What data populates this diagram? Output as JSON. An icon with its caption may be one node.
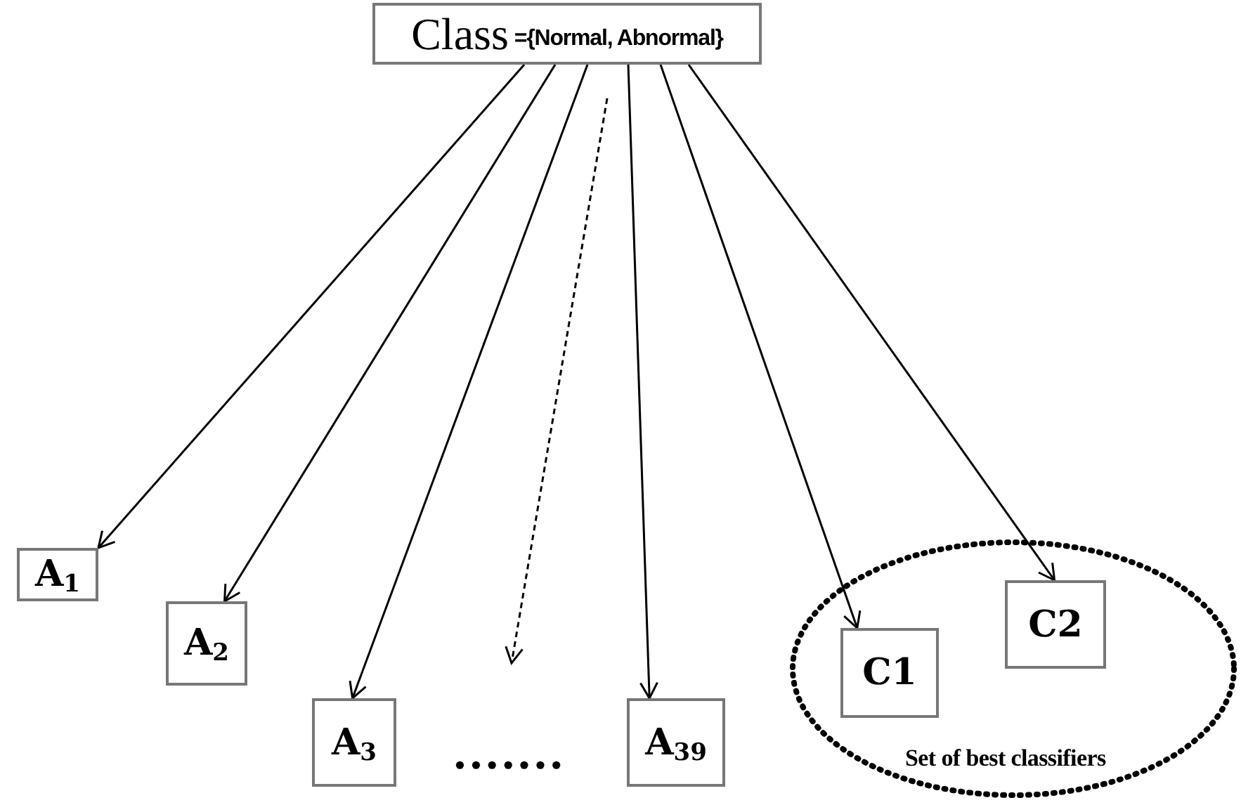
{
  "diagram": {
    "nodes": [
      {
        "text": [
          "Class",
          "={Normal, Abnormal}"
        ]
      },
      {
        "text": [
          "A$_{1}$"
        ]
      },
      {
        "text": [
          "A$_{2}$"
        ]
      },
      {
        "text": [
          "A$_{3}$"
        ]
      },
      {
        "text": [
          "A$_{39}$"
        ]
      },
      {
        "text": [
          "Set of best classifiers"
        ]
      },
      {
        "text": [
          "C1"
        ],
        "in": 5
      },
      {
        "text": [
          "C2"
        ],
        "in": 5
      }
    ],
    "edges": [
      {
        "from": 0,
        "to": 1,
        "arrow": "to"
      },
      {
        "from": 0,
        "to": 2,
        "arrow": "to"
      },
      {
        "from": 0,
        "to": 3,
        "arrow": "to"
      },
      {
        "from": 0,
        "to": null,
        "arrow": "to",
        "style": "dashed"
      },
      {
        "from": 0,
        "to": 4,
        "arrow": "to"
      },
      {
        "from": 0,
        "to": 6,
        "arrow": "to"
      },
      {
        "from": 0,
        "to": 7,
        "arrow": "to"
      }
    ],
    "labels": [
      "......."
    ]
  }
}
